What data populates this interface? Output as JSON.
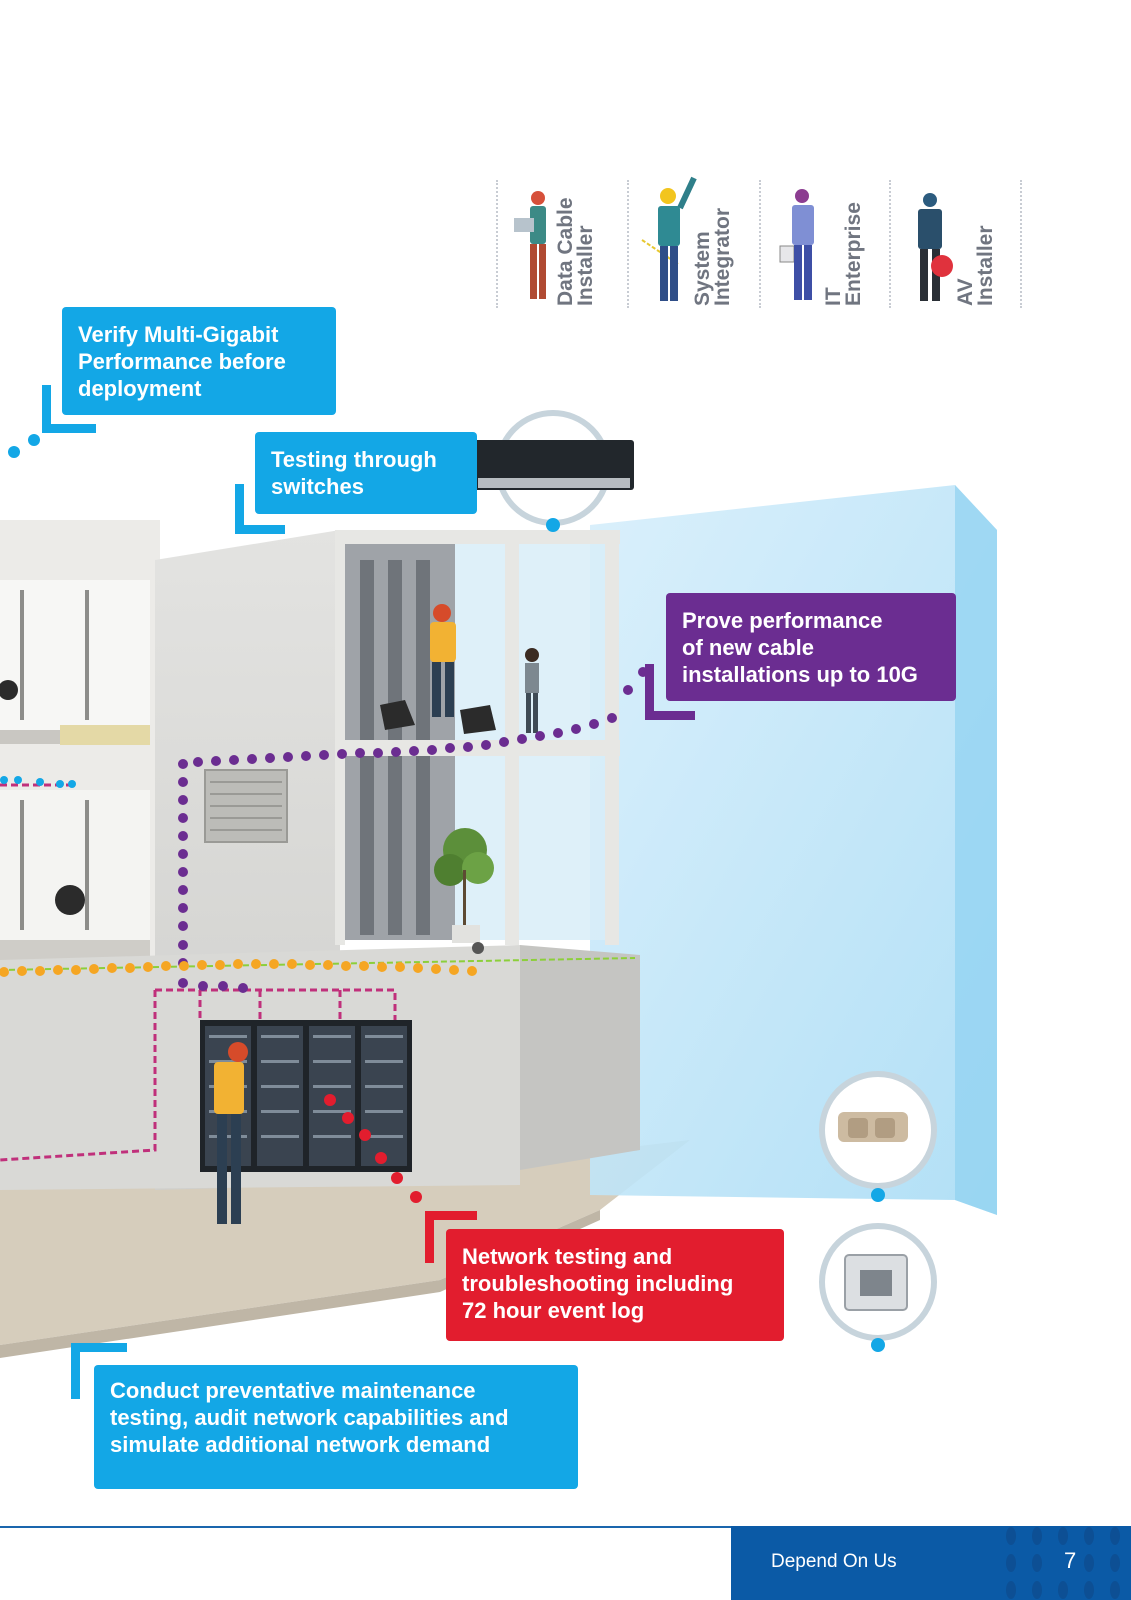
{
  "personas": [
    {
      "label": "Data Cable\nInstaller"
    },
    {
      "label": "System\nIntegrator"
    },
    {
      "label": "IT\nEnterprise"
    },
    {
      "label": "AV\nInstaller"
    }
  ],
  "callouts": {
    "verify": "Verify Multi-Gigabit\nPerformance before\ndeployment",
    "switches": "Testing through\nswitches",
    "prove": "Prove performance\nof new cable\ninstallations up to 10G",
    "network": "Network testing and\ntroubleshooting including\n72 hour event log",
    "conduct": "Conduct preventative maintenance\ntesting, audit network capabilities and\nsimulate additional network demand"
  },
  "footer": {
    "tagline": "Depend On Us",
    "page_number": "7"
  },
  "colors": {
    "blue": "#13a7e6",
    "purple": "#6b2d91",
    "red": "#e21d2e",
    "footer": "#0b5aa6"
  }
}
